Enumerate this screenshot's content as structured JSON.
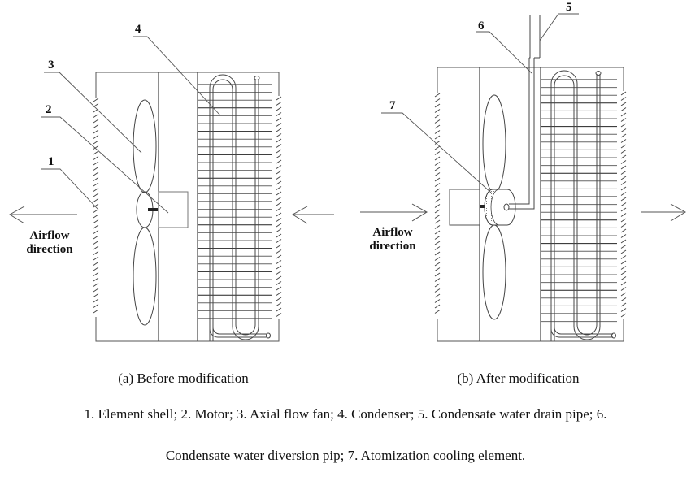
{
  "figure": {
    "panel_a": {
      "caption": "(a) Before modification",
      "airflow_label_line1": "Airflow",
      "airflow_label_line2": "direction",
      "airflow_direction": "right-to-left",
      "callouts": [
        "1",
        "2",
        "3",
        "4"
      ]
    },
    "panel_b": {
      "caption": "(b) After modification",
      "airflow_label_line1": "Airflow",
      "airflow_label_line2": "direction",
      "airflow_direction": "left-to-right",
      "callouts": [
        "5",
        "6",
        "7"
      ]
    },
    "legend": {
      "line1": "1. Element shell; 2. Motor; 3. Axial flow fan; 4. Condenser; 5. Condensate water drain pipe; 6.",
      "line2": "Condensate water diversion pip; 7. Atomization cooling element.",
      "items": [
        {
          "number": "1",
          "name": "Element shell"
        },
        {
          "number": "2",
          "name": "Motor"
        },
        {
          "number": "3",
          "name": "Axial flow fan"
        },
        {
          "number": "4",
          "name": "Condenser"
        },
        {
          "number": "5",
          "name": "Condensate water drain pipe"
        },
        {
          "number": "6",
          "name": "Condensate water diversion pip"
        },
        {
          "number": "7",
          "name": "Atomization cooling element"
        }
      ]
    }
  }
}
